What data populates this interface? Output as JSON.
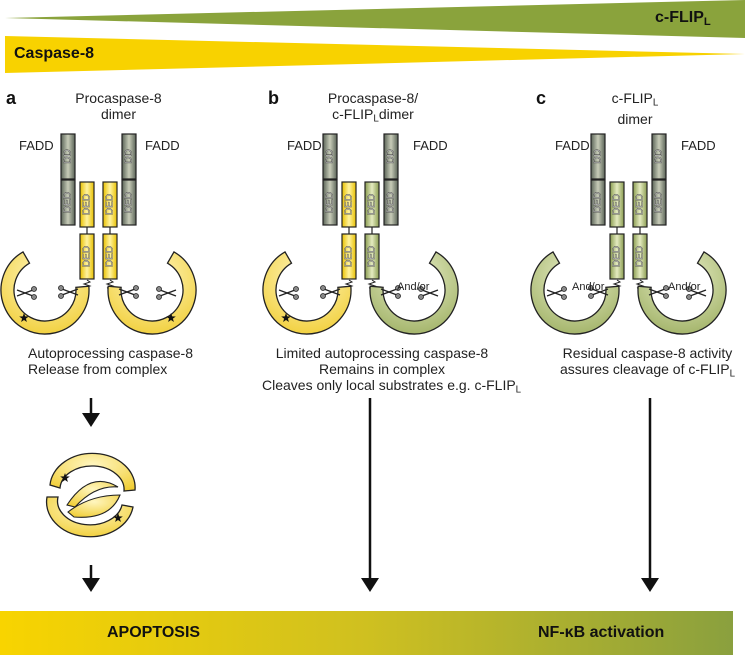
{
  "gradients": {
    "top_flip_label": "c-FLIP",
    "top_flip_sub": "L",
    "top_caspase_label": "Caspase-8",
    "colors": {
      "caspase_yellow": "#f5d200",
      "flip_green": "#8aa33c"
    }
  },
  "panels": [
    {
      "letter": "a",
      "title_line1": "Procaspase-8",
      "title_line2": "dimer",
      "fadd_left": "FADD",
      "fadd_right": "FADD",
      "caption": [
        "Autoprocessing caspase-8",
        "Release from complex"
      ],
      "andor": []
    },
    {
      "letter": "b",
      "title_line1": "Procaspase-8/",
      "title_line2_pre": "c-FLIP",
      "title_line2_sub": "L",
      "title_line2_post": "dimer",
      "fadd_left": "FADD",
      "fadd_right": "FADD",
      "caption": [
        "Limited autoprocessing caspase-8",
        "Remains in complex",
        "Cleaves only local substrates e.g. c-FLIP"
      ],
      "caption_sub": "L",
      "andor": [
        "And/or"
      ]
    },
    {
      "letter": "c",
      "title_line1_pre": "c-FLIP",
      "title_line1_sub": "L",
      "title_line2": "dimer",
      "fadd_left": "FADD",
      "fadd_right": "FADD",
      "caption": [
        "Residual caspase-8 activity",
        "assures cleavage of c-FLIP"
      ],
      "caption_sub": "L",
      "andor": [
        "And/or",
        "And/or"
      ]
    }
  ],
  "domains": {
    "dd": "DD",
    "ded": "DED"
  },
  "outcomes": {
    "left": "APOPTOSIS",
    "right_pre": "NF-",
    "right_kappa": "κ",
    "right_post": "B activation"
  }
}
